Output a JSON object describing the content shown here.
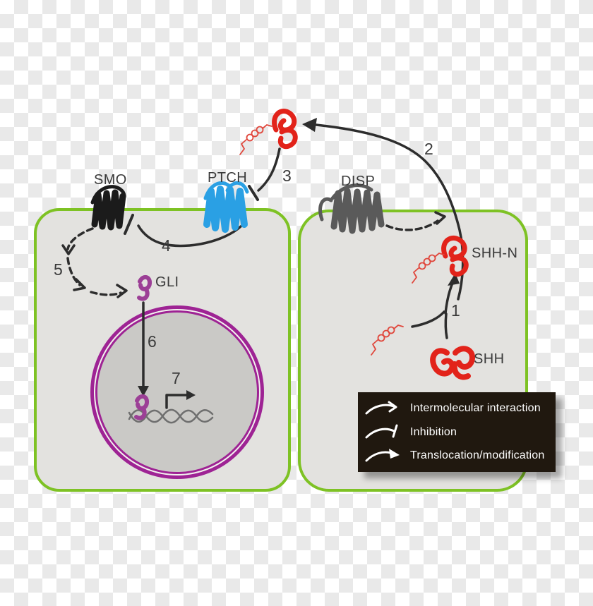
{
  "colors": {
    "checker": "#e9e9e9",
    "cellfill": "#e3e2df",
    "cellborder": "#7ec224",
    "nucfill": "#cac9c6",
    "nucgap": "#f2f1ee",
    "nucring": "#9e2394",
    "red": "#e2231a",
    "lipidred": "#e0473c",
    "blue": "#2aa0e4",
    "black": "#1b1b1b",
    "gray": "#5a5a5a",
    "purple": "#9c3f96",
    "arrow": "#2d2d2d",
    "label": "#3a3a3a",
    "legendbg": "#20180f",
    "legendtext": "#ffffff",
    "dna": "#6f6f6f"
  },
  "labels": {
    "smo": "SMO",
    "ptch": "PTCH",
    "disp": "DISP",
    "gli": "GLI",
    "shh_n": "SHH-N",
    "shh": "SHH"
  },
  "steps": [
    "1",
    "2",
    "3",
    "4",
    "5",
    "6",
    "7"
  ],
  "legend": {
    "items": [
      {
        "icon": "intermolecular-interaction-arrow-icon",
        "label": "Intermolecular interaction"
      },
      {
        "icon": "inhibition-arrow-icon",
        "label": "Inhibition"
      },
      {
        "icon": "translocation-modification-arrow-icon",
        "label": "Translocation/modification"
      }
    ]
  }
}
